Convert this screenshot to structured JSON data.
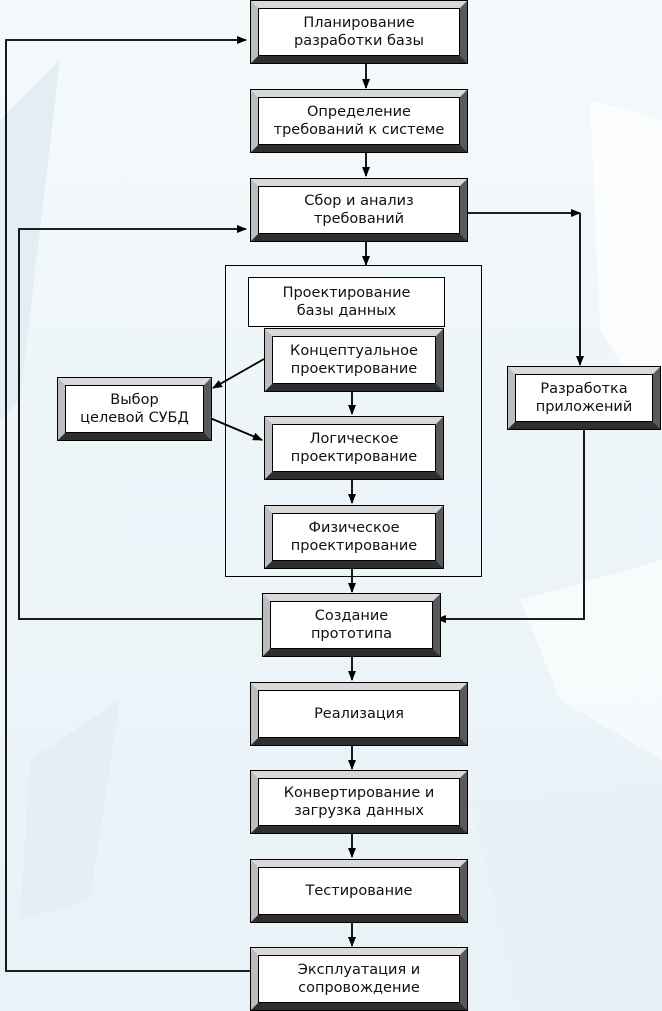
{
  "diagram": {
    "stages": {
      "planning": "Планирование\nразработки базы",
      "requirements_definition": "Определение\nтребований к системе",
      "requirements_analysis": "Сбор и анализ\nтребований",
      "db_design": "Проектирование\nбазы данных",
      "conceptual": "Концептуальное\nпроектирование",
      "logical": "Логическое\nпроектирование",
      "physical": "Физическое\nпроектирование",
      "dbms_selection": "Выбор\nцелевой СУБД",
      "app_development": "Разработка\nприложений",
      "prototyping": "Создание\nпрототипа",
      "implementation": "Реализация",
      "data_conversion": "Конвертирование и\nзагрузка данных",
      "testing": "Тестирование",
      "operation": "Эксплуатация и\nсопровождение"
    },
    "colors": {
      "line": "#000000",
      "box_face": "#ffffff",
      "background": "#eef5f9",
      "decoration": "#dbe9f1"
    }
  }
}
